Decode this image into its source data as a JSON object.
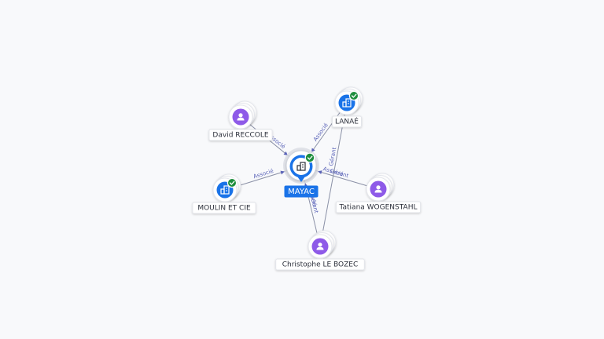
{
  "center": {
    "label": "MAYAC",
    "icon": "building-icon",
    "verified": true,
    "color": "#1a73e8"
  },
  "nodes": [
    {
      "id": "david",
      "label": "David RECCOLE",
      "type": "person",
      "icon": "person-icon",
      "verified": false
    },
    {
      "id": "lanae",
      "label": "LANAÉ",
      "type": "company",
      "icon": "building-icon",
      "verified": true
    },
    {
      "id": "moulin",
      "label": "MOULIN ET CIE",
      "type": "company",
      "icon": "building-icon",
      "verified": true
    },
    {
      "id": "tatiana",
      "label": "Tatiana WOGENSTAHL",
      "type": "person",
      "icon": "person-icon",
      "verified": false
    },
    {
      "id": "christophe",
      "label": "Christophe LE BOZEC",
      "type": "person",
      "icon": "person-icon",
      "verified": false
    }
  ],
  "edges": [
    {
      "from": "david",
      "to": "center",
      "labels": [
        "Associé"
      ]
    },
    {
      "from": "lanae",
      "to": "center",
      "labels": [
        "Associé"
      ]
    },
    {
      "from": "moulin",
      "to": "center",
      "labels": [
        "Associé"
      ]
    },
    {
      "from": "tatiana",
      "to": "center",
      "labels": [
        "Gérant",
        "Associé"
      ]
    },
    {
      "from": "christophe",
      "to": "center",
      "labels": [
        "Gérant",
        "Associé"
      ]
    },
    {
      "from": "christophe",
      "to": "lanae",
      "labels": [
        "Gérant"
      ]
    }
  ],
  "colors": {
    "person": "#8e5ae8",
    "company": "#1a73e8",
    "verified": "#1e8e3e",
    "edge": "#8a90a6",
    "edge_label": "#5a63b8"
  }
}
